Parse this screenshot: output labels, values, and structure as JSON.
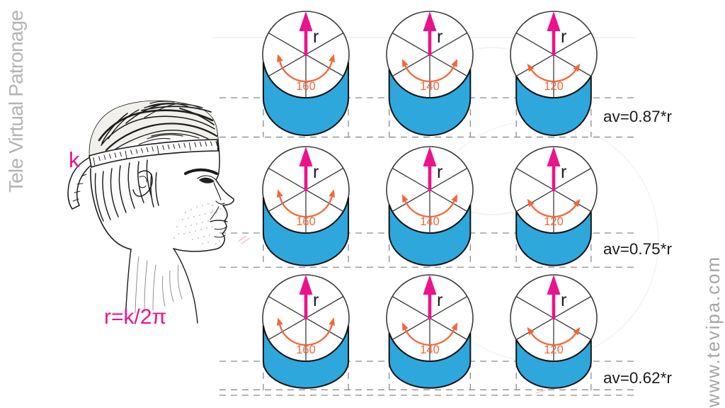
{
  "branding": {
    "left_vertical_text": "Tele Virtual Patronage",
    "right_vertical_text": "www.tevipa.com"
  },
  "head_figure": {
    "circumference_label": "k",
    "formula": "r=k/2π"
  },
  "grid": {
    "radius_label": "r",
    "columns": [
      {
        "angle_label": "160",
        "angle_deg": 160
      },
      {
        "angle_label": "140",
        "angle_deg": 140
      },
      {
        "angle_label": "120",
        "angle_deg": 120
      }
    ],
    "rows": [
      {
        "av_label": "av=0.87*r",
        "av_factor": 0.87
      },
      {
        "av_label": "av=0.75*r",
        "av_factor": 0.75
      },
      {
        "av_label": "av=0.62*r",
        "av_factor": 0.62
      }
    ]
  },
  "colors": {
    "blue": "#2EA7DC",
    "magenta": "#EA138C",
    "orange": "#F3663A",
    "dark_line": "#3B3B3B",
    "blue_edge": "#141414",
    "dash_gray": "#8C8C8C",
    "radial_dash_gray": "#9A9A9A",
    "text_dark": "#1B1B1B",
    "brand_gray_left": "#B4B4B4",
    "brand_gray_right": "#A5A5A5"
  }
}
